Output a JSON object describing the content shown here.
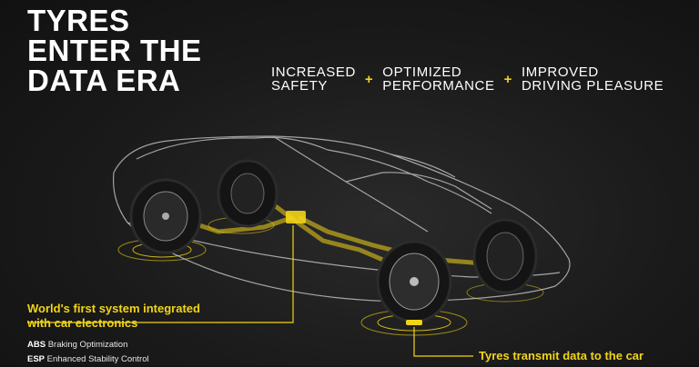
{
  "headline": [
    "TYRES",
    "ENTER THE",
    "DATA ERA"
  ],
  "benefits": [
    {
      "lines": [
        "INCREASED",
        "SAFETY"
      ]
    },
    {
      "lines": [
        "OPTIMIZED",
        "PERFORMANCE"
      ]
    },
    {
      "lines": [
        "IMPROVED",
        "DRIVING PLEASURE"
      ]
    }
  ],
  "separator": "+",
  "callouts": {
    "system": [
      "World's first system integrated",
      "with car electronics"
    ],
    "transmit": "Tyres transmit data to the car"
  },
  "features": [
    {
      "abbr": "ABS",
      "text": "Braking Optimization"
    },
    {
      "abbr": "ESP",
      "text": "Enhanced Stability Control"
    }
  ],
  "colors": {
    "accent": "#f2d417",
    "background": "#1a1a1a",
    "text": "#ffffff"
  }
}
